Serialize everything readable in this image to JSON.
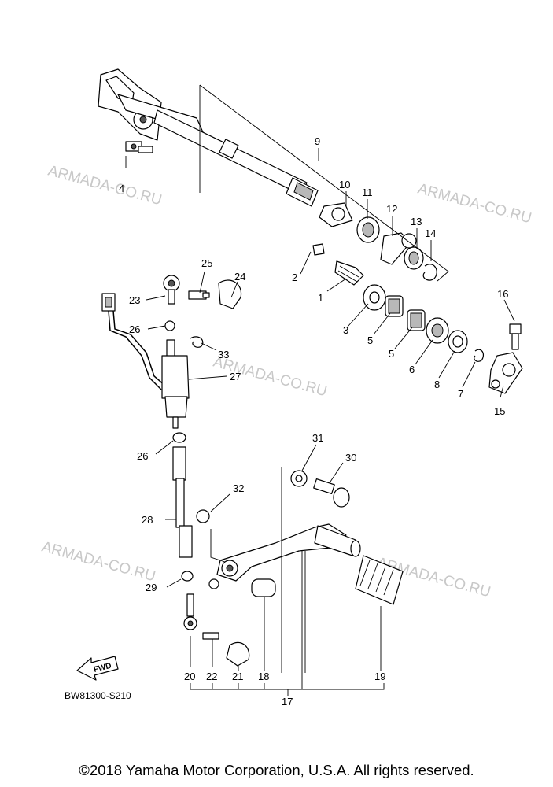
{
  "diagram": {
    "parts": [
      {
        "id": "p1",
        "label": "1"
      },
      {
        "id": "p2",
        "label": "2"
      },
      {
        "id": "p3",
        "label": "3"
      },
      {
        "id": "p4",
        "label": "4"
      },
      {
        "id": "p5a",
        "label": "5"
      },
      {
        "id": "p5b",
        "label": "5"
      },
      {
        "id": "p6",
        "label": "6"
      },
      {
        "id": "p7",
        "label": "7"
      },
      {
        "id": "p8",
        "label": "8"
      },
      {
        "id": "p9",
        "label": "9"
      },
      {
        "id": "p10",
        "label": "10"
      },
      {
        "id": "p11",
        "label": "11"
      },
      {
        "id": "p12",
        "label": "12"
      },
      {
        "id": "p13",
        "label": "13"
      },
      {
        "id": "p14",
        "label": "14"
      },
      {
        "id": "p15",
        "label": "15"
      },
      {
        "id": "p16",
        "label": "16"
      },
      {
        "id": "p17",
        "label": "17"
      },
      {
        "id": "p18",
        "label": "18"
      },
      {
        "id": "p19",
        "label": "19"
      },
      {
        "id": "p20",
        "label": "20"
      },
      {
        "id": "p21",
        "label": "21"
      },
      {
        "id": "p22",
        "label": "22"
      },
      {
        "id": "p23",
        "label": "23"
      },
      {
        "id": "p24",
        "label": "24"
      },
      {
        "id": "p25",
        "label": "25"
      },
      {
        "id": "p26a",
        "label": "26"
      },
      {
        "id": "p26b",
        "label": "26"
      },
      {
        "id": "p27",
        "label": "27"
      },
      {
        "id": "p28",
        "label": "28"
      },
      {
        "id": "p29",
        "label": "29"
      },
      {
        "id": "p30",
        "label": "30"
      },
      {
        "id": "p31",
        "label": "31"
      },
      {
        "id": "p32",
        "label": "32"
      },
      {
        "id": "p33",
        "label": "33"
      }
    ],
    "watermark": "ARMADA-CO.RU",
    "fwd_label": "FWD",
    "drawing_code": "BW81300-S210"
  },
  "footer": {
    "copyright": "©2018 Yamaha Motor Corporation, U.S.A. All rights reserved."
  }
}
